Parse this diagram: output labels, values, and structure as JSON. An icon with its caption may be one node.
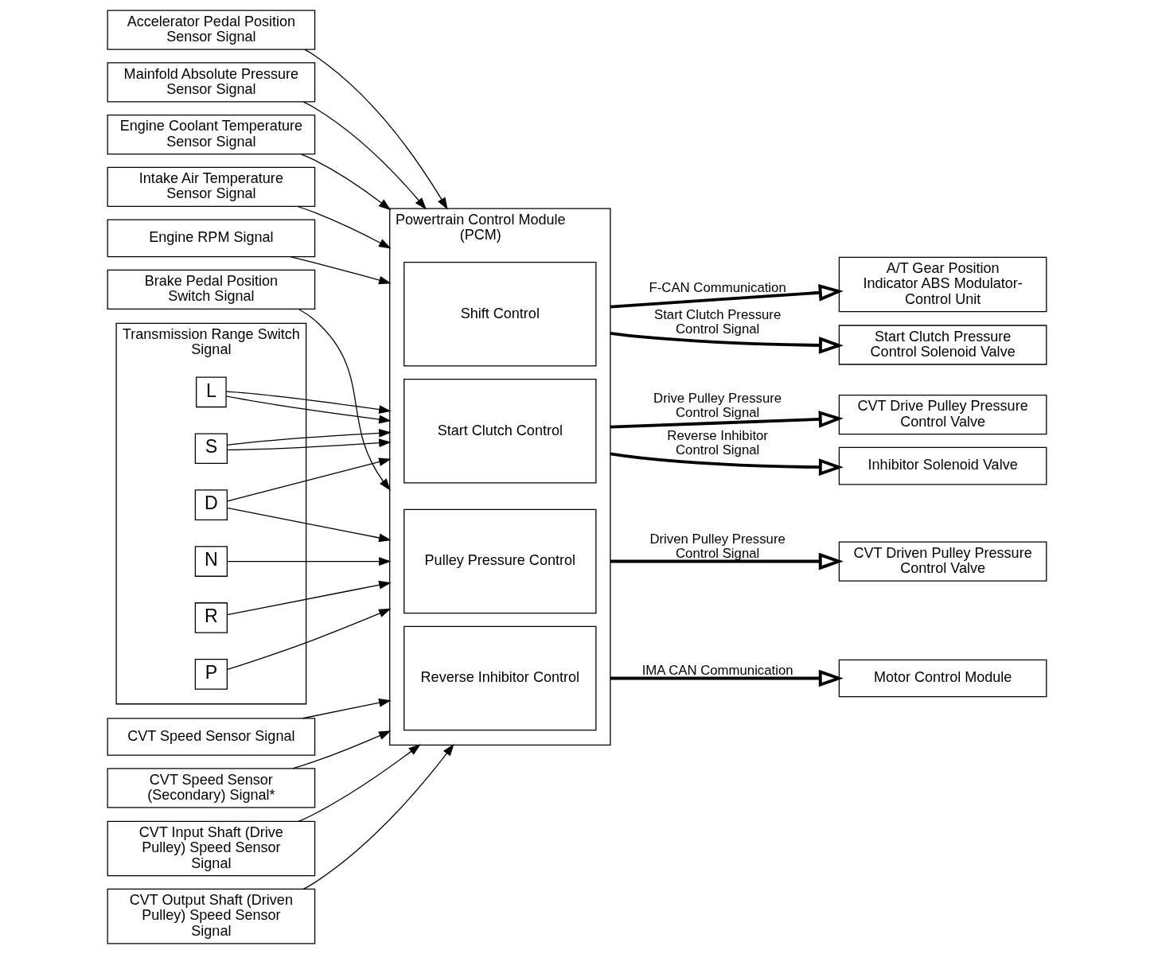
{
  "diagram": {
    "nodes": [
      {
        "text": [
          "Engine RPM Signal"
        ]
      },
      {
        "text": [
          "Accelerator Pedal Position Sensor Signal"
        ]
      },
      {
        "text": [
          "Mainfold Absolute Pressure Sensor Signal"
        ]
      },
      {
        "text": [
          "Engine Coolant Temperature Sensor Signal"
        ]
      },
      {
        "text": [
          "Intake Air Temperature Sensor Signal"
        ]
      },
      {
        "text": [
          "Brake Pedal Position Switch Signal"
        ]
      },
      {
        "text": [
          "Transmission Range Switch Signal"
        ]
      },
      {
        "text": [
          "P"
        ],
        "in": 6
      },
      {
        "text": [
          "R"
        ],
        "in": 6
      },
      {
        "text": [
          "N"
        ],
        "in": 6
      },
      {
        "text": [
          "D"
        ],
        "in": 6
      },
      {
        "text": [
          "S"
        ],
        "in": 6
      },
      {
        "text": [
          "L"
        ],
        "in": 6
      },
      {
        "text": [
          "CVT Input Shaft (Drive Pulley) Speed Sensor Signal"
        ]
      },
      {
        "text": [
          "CVT Output Shaft (Driven Pulley) Speed Sensor Signal"
        ]
      },
      {
        "text": [
          "CVT Speed Sensor Signal"
        ]
      },
      {
        "text": [
          "CVT Speed Sensor (Secondary) Signal*"
        ]
      },
      {
        "text": [
          "Powertrain Control Module (PCM)"
        ]
      },
      {
        "text": [
          "Shift Control"
        ],
        "in": 17
      },
      {
        "text": [
          "Pulley Pressure Control"
        ],
        "in": 17
      },
      {
        "text": [
          "Start Clutch Control"
        ],
        "in": 17
      },
      {
        "text": [
          "Reverse Inhibitor Control"
        ],
        "in": 17
      },
      {
        "text": [
          "A/T Gear Position Indicator ABS Modulator-Control Unit"
        ]
      },
      {
        "text": [
          "Start Clutch Pressure Control Solenoid Valve"
        ]
      },
      {
        "text": [
          "CVT Driven Pulley Pressure Control Valve"
        ]
      },
      {
        "text": [
          "CVT Drive Pulley Pressure Control Valve"
        ]
      },
      {
        "text": [
          "Inhibitor Solenoid Valve"
        ]
      },
      {
        "text": [
          "Motor Control Module"
        ]
      }
    ],
    "edges": [
      {
        "from": 0,
        "to": 17,
        "arrow": "to"
      },
      {
        "from": 1,
        "to": 17,
        "arrow": "to"
      },
      {
        "from": 2,
        "to": 17,
        "arrow": "to"
      },
      {
        "from": 3,
        "to": 17,
        "arrow": "to"
      },
      {
        "from": 4,
        "to": 17,
        "arrow": "to"
      },
      {
        "from": 5,
        "to": 17,
        "arrow": "to"
      },
      {
        "from": 7,
        "to": 17,
        "arrow": "to"
      },
      {
        "from": 8,
        "to": 17,
        "arrow": "to"
      },
      {
        "from": 9,
        "to": 17,
        "arrow": "to"
      },
      {
        "from": 10,
        "to": 17,
        "arrow": "to"
      },
      {
        "from": 11,
        "to": 17,
        "arrow": "to"
      },
      {
        "from": 12,
        "to": 17,
        "arrow": "to"
      },
      {
        "from": 10,
        "to": 17,
        "arrow": "to"
      },
      {
        "from": 11,
        "to": 17,
        "arrow": "to"
      },
      {
        "from": 12,
        "to": 17,
        "arrow": "to"
      },
      {
        "from": 13,
        "to": 17,
        "arrow": "to"
      },
      {
        "from": 14,
        "to": 17,
        "arrow": "to"
      },
      {
        "from": 15,
        "to": 17,
        "arrow": "to"
      },
      {
        "from": 16,
        "to": 17,
        "arrow": "to"
      },
      {
        "from": 17,
        "to": 22,
        "arrow": "to",
        "label": "F-CAN Communication",
        "style": "thick"
      },
      {
        "from": 17,
        "to": 23,
        "arrow": "to",
        "label": "Start Clutch Pressure Control Signal",
        "style": "thick"
      },
      {
        "from": 17,
        "to": 24,
        "arrow": "to",
        "label": "Driven Pulley Pressure Control Signal",
        "style": "thick"
      },
      {
        "from": 17,
        "to": 25,
        "arrow": "to",
        "label": "Drive Pulley Pressure Control Signal",
        "style": "thick"
      },
      {
        "from": 17,
        "to": 26,
        "arrow": "to",
        "label": "Reverse Inhibitor Control Signal",
        "style": "thick"
      },
      {
        "from": 17,
        "to": 27,
        "arrow": "to",
        "label": "IMA CAN Communication",
        "style": "thick"
      }
    ]
  }
}
